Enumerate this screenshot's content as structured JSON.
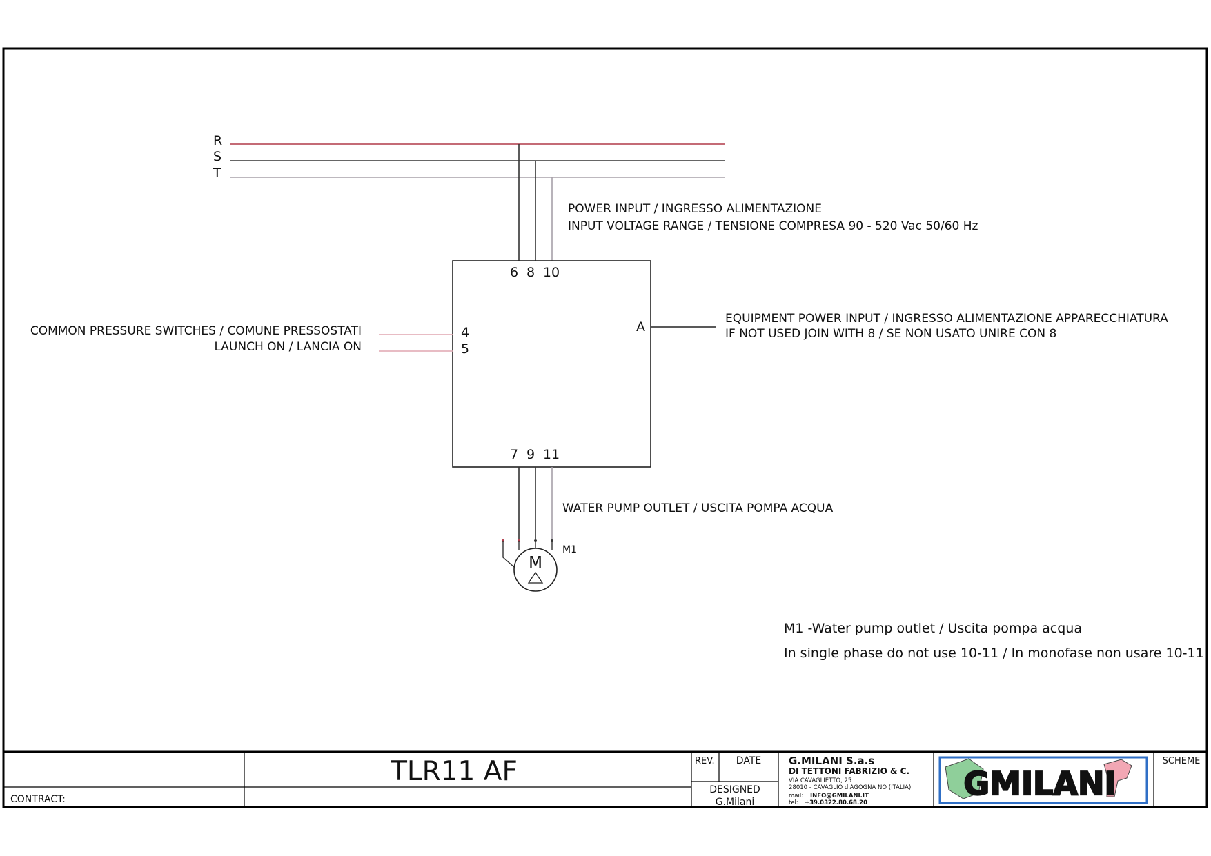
{
  "phases": [
    "R",
    "S",
    "T"
  ],
  "power_input": {
    "line1": "POWER INPUT / INGRESSO ALIMENTAZIONE",
    "line2": "INPUT VOLTAGE RANGE / TENSIONE COMPRESA   90 - 520 Vac 50/60 Hz"
  },
  "terminals": {
    "top": [
      "6",
      "8",
      "10"
    ],
    "bottom": [
      "7",
      "9",
      "11"
    ],
    "left": [
      "4",
      "5"
    ],
    "right": "A"
  },
  "left_labels": [
    "COMMON PRESSURE SWITCHES / COMUNE PRESSOSTATI",
    "LAUNCH ON / LANCIA ON"
  ],
  "equipment": {
    "line1": "EQUIPMENT POWER INPUT  / INGRESSO ALIMENTAZIONE APPARECCHIATURA",
    "line2": "IF NOT USED JOIN WITH 8 / SE NON USATO UNIRE CON 8"
  },
  "pump_outlet": "WATER PUMP OUTLET / USCITA POMPA ACQUA",
  "motor": {
    "symbol": "M",
    "tag": "M1"
  },
  "notes": [
    "M1 -Water pump outlet / Uscita pompa acqua",
    "In single phase do not use 10-11 / In monofase non usare 10-11"
  ],
  "title_block": {
    "contract_label": "CONTRACT:",
    "title": "TLR11 AF",
    "rev_label": "REV.",
    "date_label": "DATE",
    "designed_label": "DESIGNED",
    "designer": "G.Milani",
    "company_name": "G.MILANI S.a.s",
    "company_sub": "DI TETTONI FABRIZIO  & C.",
    "address1": "VIA CAVAGLIETTO, 25",
    "address2": "28010 - CAVAGLIO d'AGOGNA NO (ITALIA)",
    "mail_label": "mail:",
    "mail": "INFO@GMILANI.IT",
    "tel_label": "tel:",
    "tel": "+39.0322.80.68.20",
    "logo_text": "GMILANI",
    "scheme_label": "SCHEME"
  },
  "colors": {
    "phase_r": "#b03a48",
    "phase_s": "#333333",
    "phase_t": "#a7a0a8",
    "input_lines": "#e0a6b0",
    "logo_border": "#2f6fc6"
  }
}
